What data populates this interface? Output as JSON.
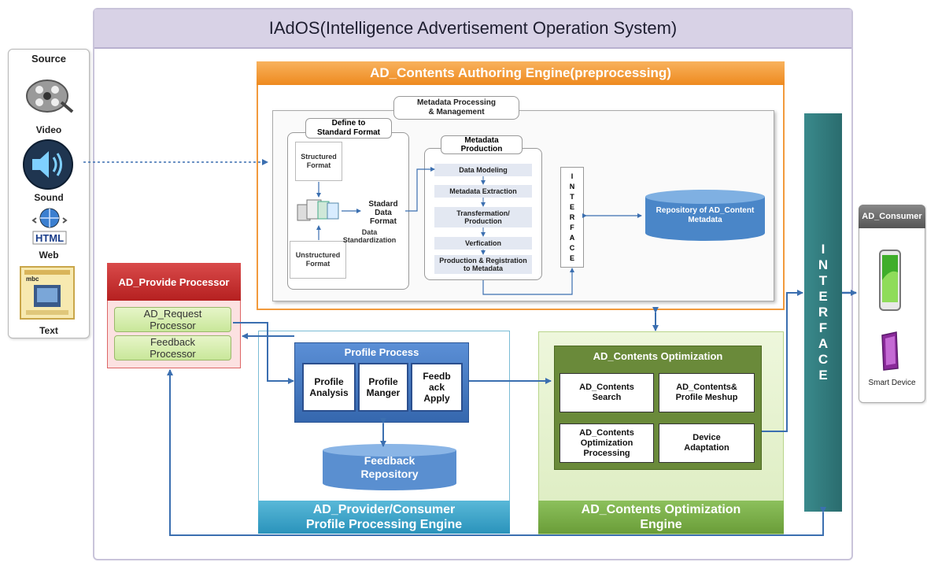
{
  "title": "IAdOS(Intelligence Advertisement Operation System)",
  "source": {
    "title": "Source",
    "items": [
      {
        "label": "Video",
        "icon": "film-reel-icon"
      },
      {
        "label": "Sound",
        "icon": "speaker-icon"
      },
      {
        "label": "Web",
        "icon": "html-globe-icon",
        "badge": "HTML"
      },
      {
        "label": "Text",
        "icon": "document-icon",
        "badge": "mbc"
      }
    ]
  },
  "authoring": {
    "title": "AD_Contents Authoring Engine(preprocessing)",
    "metadata_header": [
      "Metadata Processing",
      "& Management"
    ],
    "define_header": [
      "Define to",
      "Standard Format"
    ],
    "structured": [
      "Structured",
      "Format"
    ],
    "unstructured": [
      "Unstructured",
      "Format"
    ],
    "standard_format": [
      "Stadard",
      "Data",
      "Format"
    ],
    "data_standardization": [
      "Data",
      "Standardization"
    ],
    "production_header": [
      "Metadata",
      "Production"
    ],
    "steps": [
      [
        "Data Modeling"
      ],
      [
        "Metadata Extraction"
      ],
      [
        "Transfermation/",
        "Production"
      ],
      [
        "Verfication"
      ],
      [
        "Production & Registration",
        "to Metadata"
      ]
    ],
    "interface_letters": [
      "I",
      "N",
      "T",
      "E",
      "R",
      "F",
      "A",
      "C",
      "E"
    ],
    "repository": [
      "Repository of AD_Content",
      "Metadata"
    ]
  },
  "provide": {
    "title": "AD_Provide Processor",
    "request": [
      "AD_Request",
      "Processor"
    ],
    "feedback": [
      "Feedback",
      "Processor"
    ]
  },
  "profile_process": {
    "title": "Profile Process",
    "items": [
      [
        "Profile",
        "Analysis"
      ],
      [
        "Profile",
        "Manger"
      ],
      [
        "Feedb",
        "ack",
        "Apply"
      ]
    ],
    "repository": [
      "Feedback",
      "Repository"
    ],
    "engine_title": [
      "AD_Provider/Consumer",
      "Profile Processing Engine"
    ]
  },
  "optimization": {
    "title": "AD_Contents Optimization",
    "items": [
      [
        "AD_Contents",
        "Search"
      ],
      [
        "AD_Contents&",
        "Profile Meshup"
      ],
      [
        "AD_Contents",
        "Optimization",
        "Processing"
      ],
      [
        "Device",
        "Adaptation"
      ]
    ],
    "engine_title": [
      "AD_Contents Optimization",
      "Engine"
    ]
  },
  "big_interface_letters": [
    "I",
    "N",
    "T",
    "E",
    "R",
    "F",
    "A",
    "C",
    "E"
  ],
  "consumer": {
    "title": "AD_Consumer",
    "device_label": "Smart Device"
  },
  "colors": {
    "authoring": "#f29a3c",
    "provide": "#c62a2a",
    "profile": "#3a9ec6",
    "optimization": "#7aad48",
    "interface": "#2f7a7c",
    "arrow": "#3b6fb0"
  }
}
